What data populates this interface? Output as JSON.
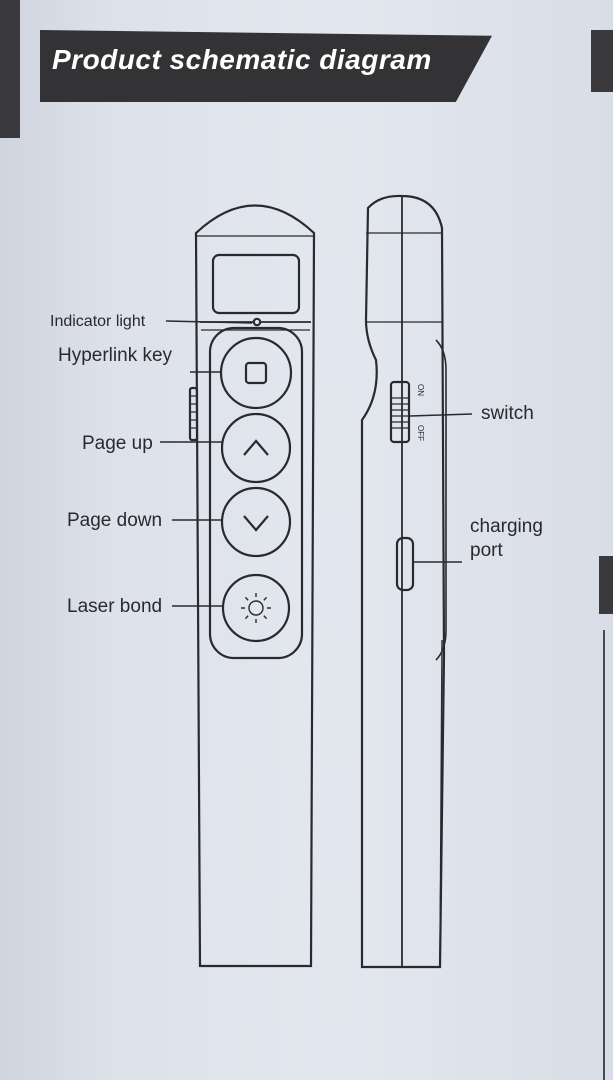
{
  "title": "Product schematic diagram",
  "labels": {
    "indicator_light": "Indicator light",
    "hyperlink_key": "Hyperlink key",
    "page_up": "Page up",
    "page_down": "Page down",
    "laser_bond": "Laser bond",
    "switch": "switch",
    "charging_port_line1": "charging",
    "charging_port_line2": "port",
    "switch_on": "ON",
    "switch_off": "OFF"
  },
  "icons": {
    "hyperlink": "square-icon",
    "page_up": "chevron-up-icon",
    "page_down": "chevron-down-icon",
    "laser": "sun-icon"
  },
  "colors": {
    "banner": "#333335",
    "line": "#2a2a2e",
    "paper": "#e3e7ee"
  }
}
